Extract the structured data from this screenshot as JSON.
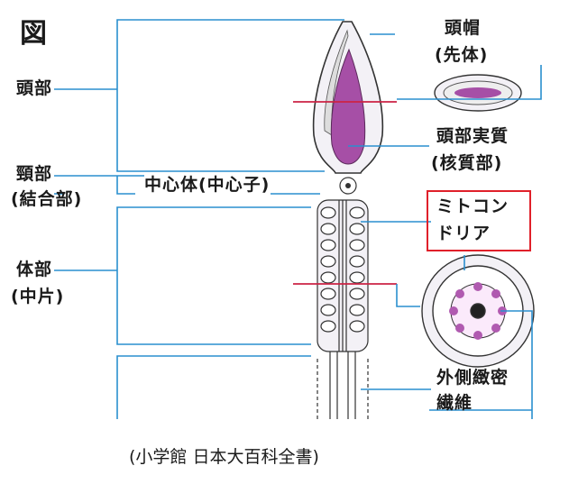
{
  "figure_label": "図",
  "labels": {
    "head": "頭部",
    "neck": "頸部",
    "neck_sub": "(結合部)",
    "body": "体部",
    "body_sub": "(中片)",
    "centriole": "中心体(中心子)",
    "acrosome": "頭帽",
    "acrosome_sub": "(先体)",
    "nucleus": "頭部実質",
    "nucleus_sub": "(核質部)",
    "mito_line1": "ミトコン",
    "mito_line2": "ドリア",
    "odf_line1": "外側緻密",
    "odf_line2": "繊維"
  },
  "credit": "(小学館 日本大百科全書)",
  "colors": {
    "nucleus": "#a64fa6",
    "leader": "#2a8fcf",
    "section_line": "#cc2244",
    "highlight_box": "#e0202a"
  }
}
